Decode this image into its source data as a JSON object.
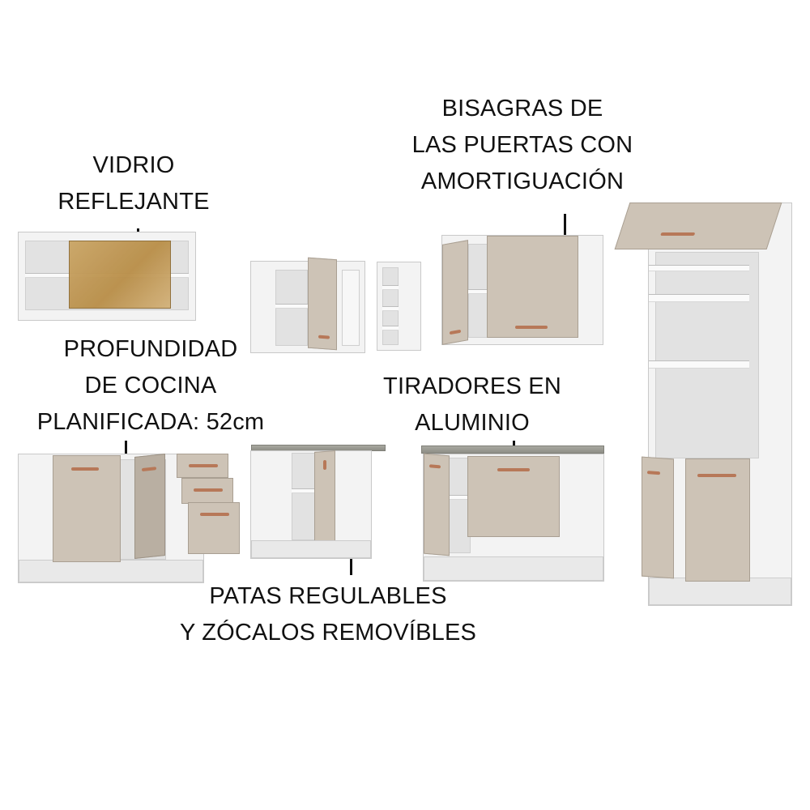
{
  "labels": {
    "glass": [
      "VIDRIO",
      "REFLEJANTE"
    ],
    "hinges": [
      "BISAGRAS DE",
      "LAS PUERTAS CON",
      "AMORTIGUACIÓN"
    ],
    "depth": [
      "PROFUNDIDAD",
      "DE COCINA",
      "PLANIFICADA: 52cm"
    ],
    "handles": [
      "TIRADORES EN",
      "ALUMINIO"
    ],
    "legs": [
      "PATAS REGULABLES",
      "Y ZÓCALOS REMOVÍBLES"
    ]
  },
  "colors": {
    "carcass": "#f3f3f3",
    "door": "#cdc3b6",
    "handle": "#b77858",
    "countertop": "#9a9a92",
    "glass": "#c9a060"
  }
}
